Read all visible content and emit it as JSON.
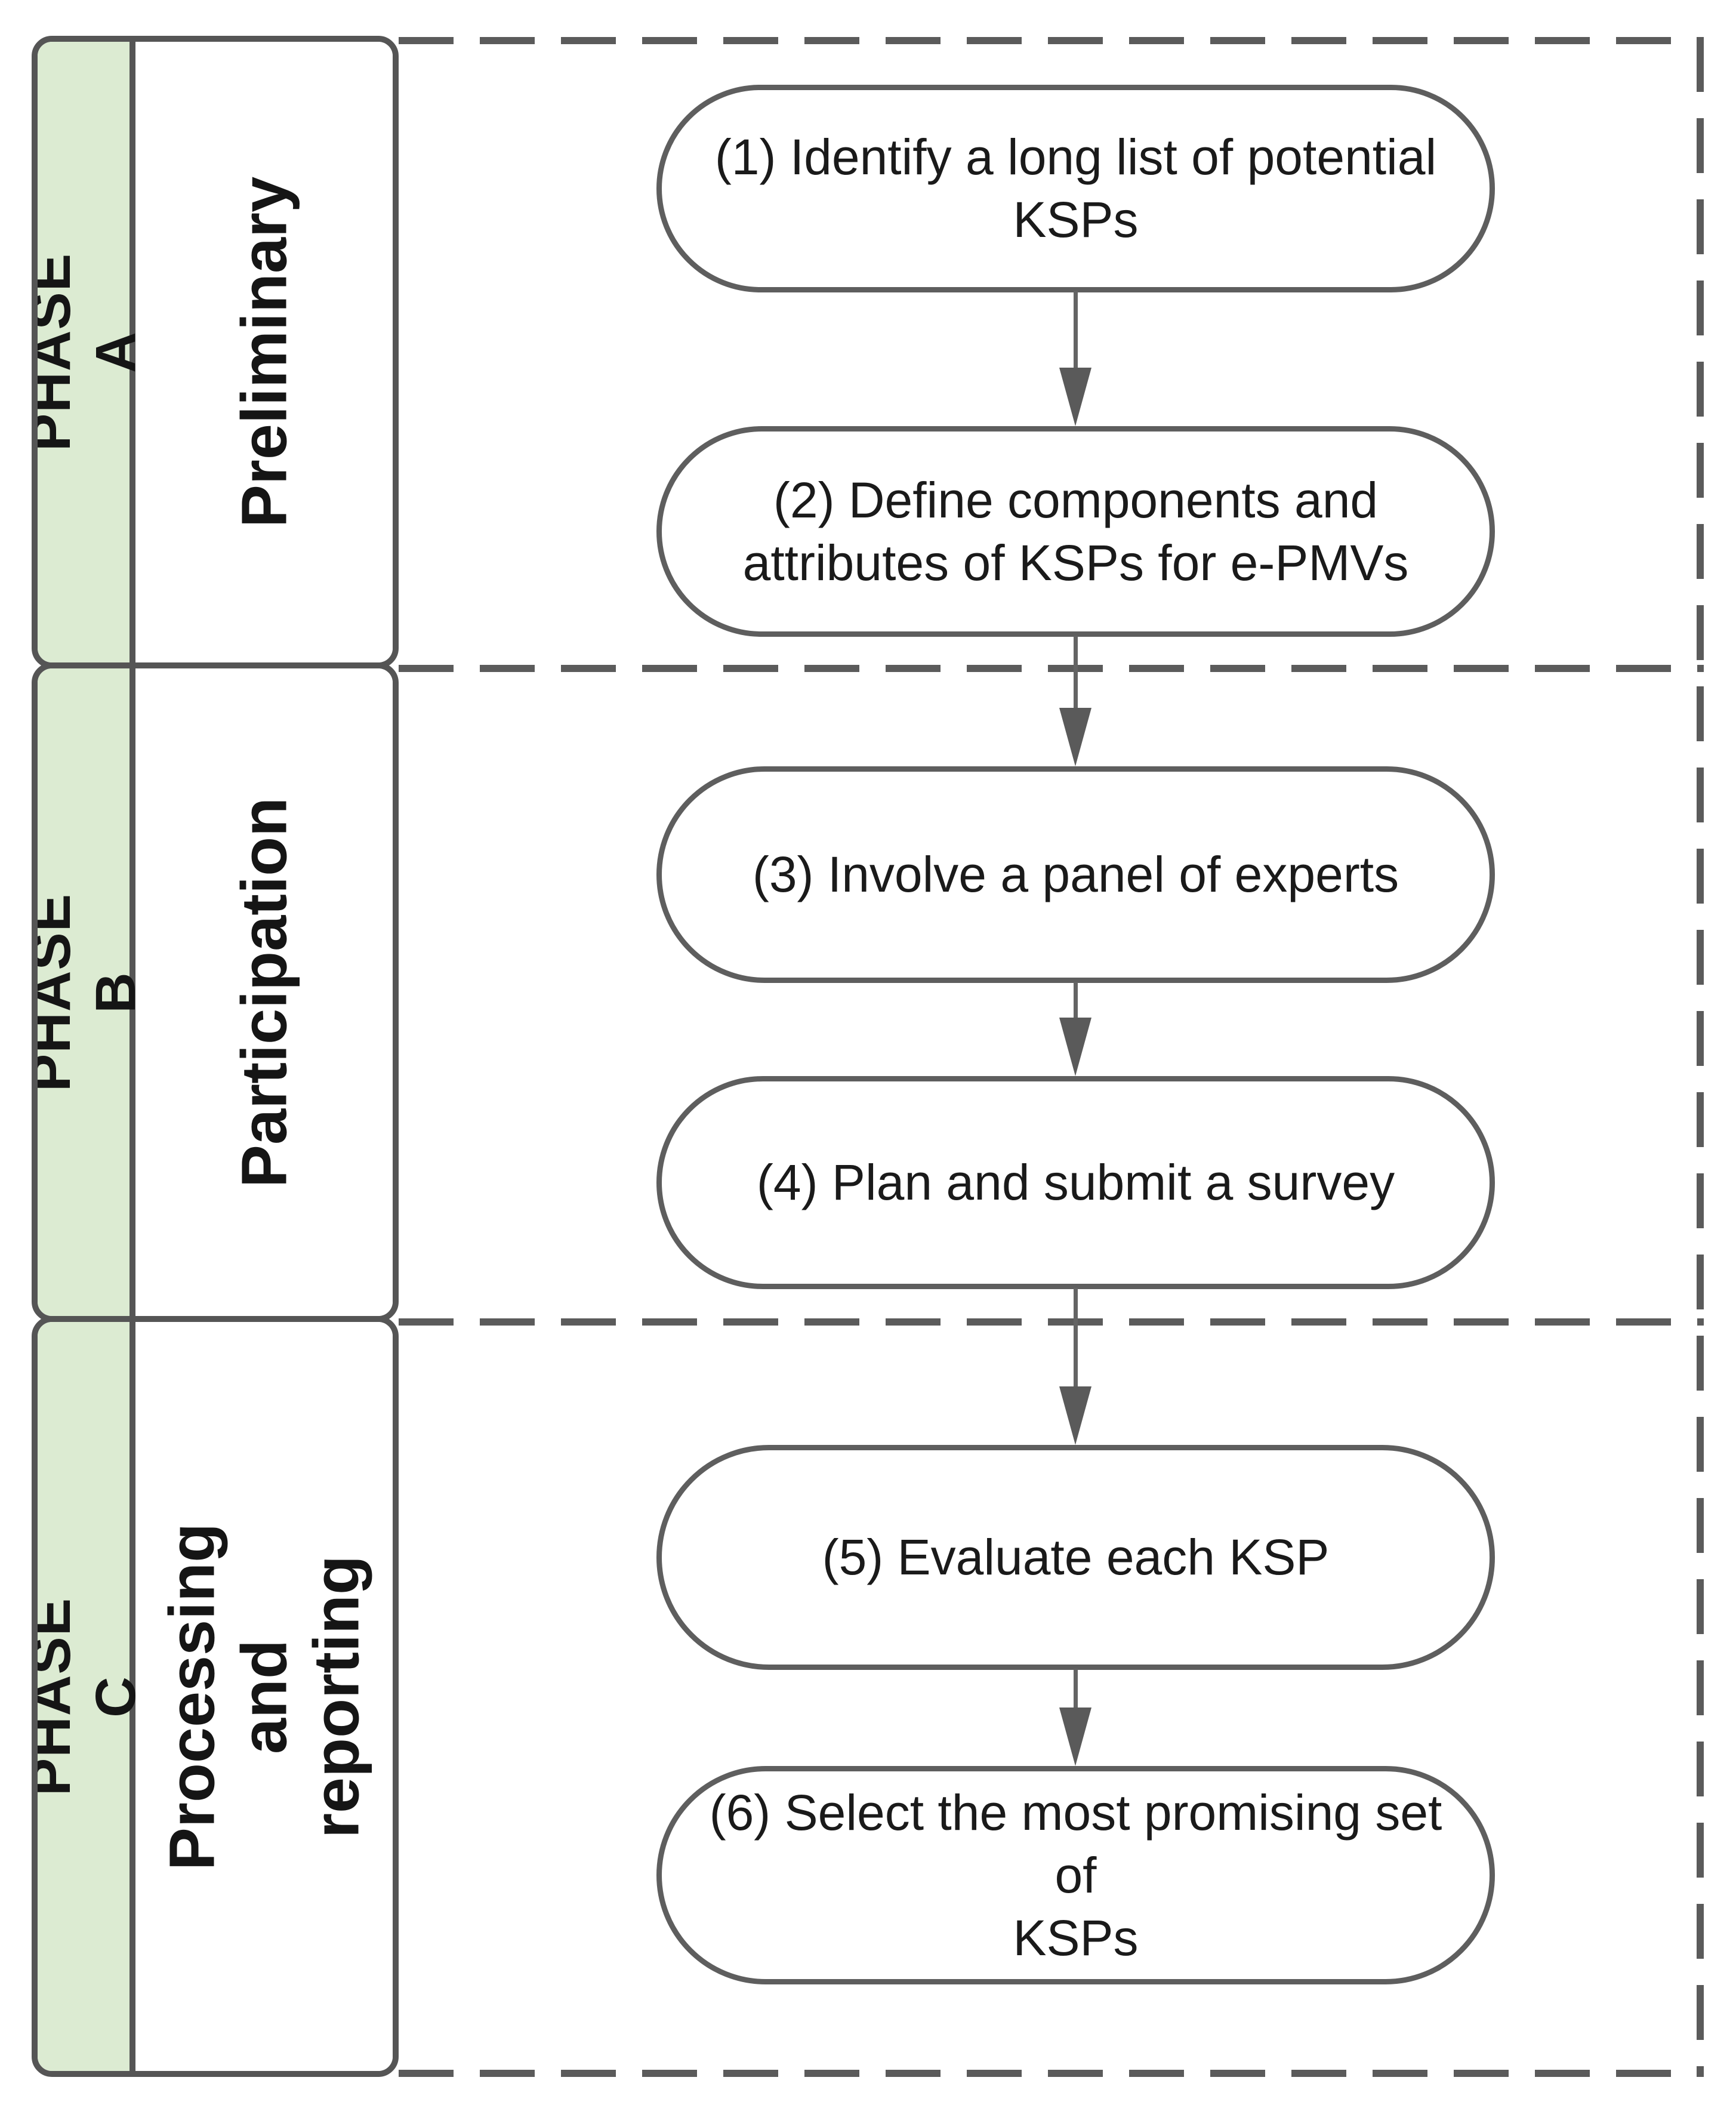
{
  "diagram": {
    "phases": [
      {
        "band_label": "PHASE A",
        "category_label": "Preliminary"
      },
      {
        "band_label": "PHASE B",
        "category_label": "Participation"
      },
      {
        "band_label": "PHASE C",
        "category_label": "Processing\nand\nreporting"
      }
    ],
    "steps": [
      {
        "label": "(1) Identify a long list of potential\nKSPs"
      },
      {
        "label": "(2) Define components and\nattributes of KSPs for e-PMVs"
      },
      {
        "label": "(3) Involve a panel of experts"
      },
      {
        "label": "(4) Plan and submit a survey"
      },
      {
        "label": "(5) Evaluate each KSP"
      },
      {
        "label": "(6) Select the most promising set of\nKSPs"
      }
    ],
    "colors": {
      "phase_band_green": "#dcebd2",
      "line_gray": "#5b5b5b",
      "node_border_gray": "#5e5e5e",
      "node_fill": "#ffffff",
      "text_black": "#1a1a1a"
    }
  }
}
